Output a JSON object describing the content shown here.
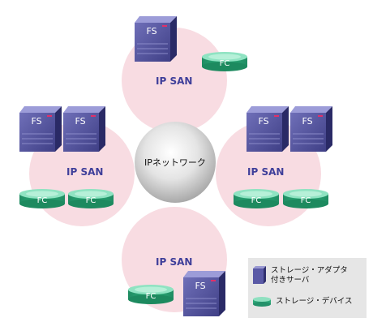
{
  "diagram": {
    "center_label": "IPネットワーク",
    "san_label": "IP SAN",
    "server_label": "FS",
    "disk_label": "FC",
    "colors": {
      "san_fill": "#f8dce2",
      "san_text": "#3f3f9a",
      "server": "#4b4b8f",
      "disk": "#2ea879"
    }
  },
  "legend": {
    "server": "ストレージ・アダプタ\n付きサーバ",
    "disk": "ストレージ・デバイス"
  }
}
